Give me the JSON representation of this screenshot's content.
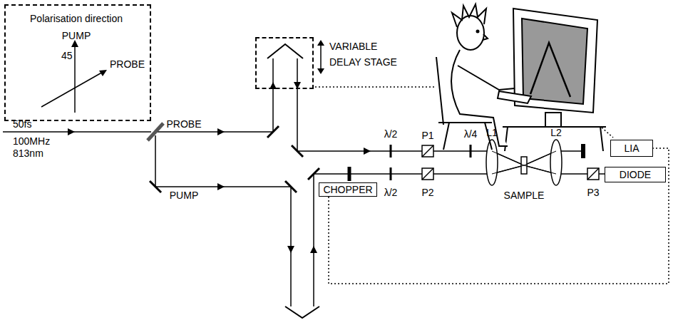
{
  "diagram": {
    "nodes": [
      {
        "text": [
          "Polarisation direction",
          "PUMP",
          "45",
          "PROBE"
        ]
      },
      {
        "text": [
          "VARIABLE DELAY STAGE"
        ]
      },
      {
        "text": [
          "CHOPPER"
        ]
      },
      {
        "text": [
          "LIA"
        ]
      },
      {
        "text": [
          "DIODE"
        ]
      }
    ],
    "edges": [
      {
        "from": 2,
        "to": 3,
        "arrow": "none"
      }
    ],
    "labels": [
      "50fs",
      "100MHz",
      "813nm",
      "PROBE",
      "PUMP",
      "λ/2",
      "P1",
      "λ/4",
      "L1",
      "L2",
      "λ/2",
      "P2",
      "SAMPLE",
      "P3"
    ]
  }
}
